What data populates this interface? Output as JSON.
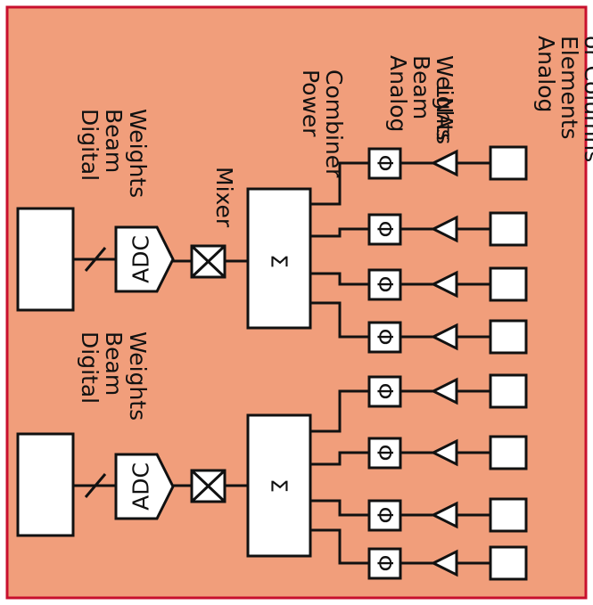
{
  "colors": {
    "background": "#F19E7B",
    "border": "#C8102E",
    "stroke": "#111111",
    "block_fill": "#ffffff"
  },
  "labels": {
    "digital_beam_weights": [
      "Digital",
      "Beam",
      "Weights"
    ],
    "mixer": "Mixer",
    "power_combiner": [
      "Power",
      "Combiner"
    ],
    "analog_beam_weights": [
      "Analog",
      "Beam",
      "Weights"
    ],
    "lnas": "LNAs",
    "analog_elements": [
      "Analog",
      "Elements",
      "or Columns"
    ]
  },
  "blocks": {
    "adc": "ADC",
    "combiner_symbol": "Σ",
    "phase_shifter_symbol": "Φ"
  },
  "groups": [
    {
      "id": "upper",
      "channels": 4
    },
    {
      "id": "lower",
      "channels": 4
    }
  ],
  "icons": {
    "mixer": "mixer-x-box-icon",
    "lna": "lna-triangle-icon",
    "bus": "slashed-bus-icon"
  }
}
